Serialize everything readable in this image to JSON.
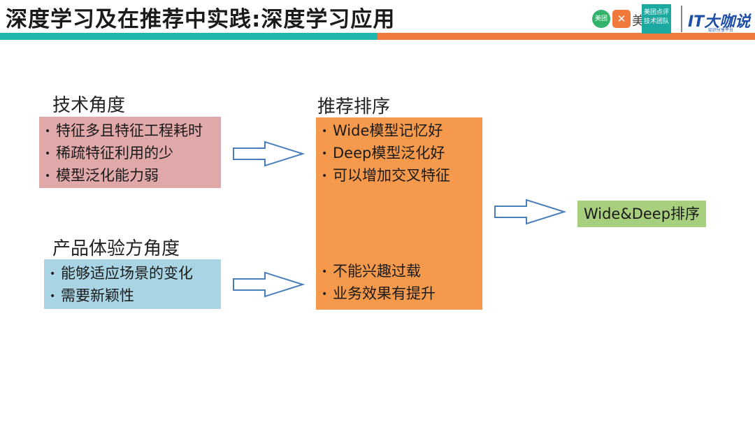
{
  "header": {
    "title": "深度学习及在推荐中实践:深度学习应用",
    "band_colors": [
      "#20b6b0",
      "#f07a3c"
    ]
  },
  "logos": {
    "meituan": "美团",
    "dianping_symbol": "✕",
    "mei": "美",
    "badge_line1": "美团点评",
    "badge_line2": "技术团队",
    "it_brand": "IT大咖说",
    "it_sub": "知识分享平台"
  },
  "tech": {
    "heading": "技术角度",
    "items": [
      "特征多且特征工程耗时",
      "稀疏特征利用的少",
      "模型泛化能力弱"
    ],
    "color": "#e0a8a8"
  },
  "product": {
    "heading": "产品体验方角度",
    "items": [
      "能够适应场景的变化",
      "需要新颖性"
    ],
    "color": "#a9d4e3"
  },
  "ranking": {
    "heading": "推荐排序",
    "top_items": [
      "Wide模型记忆好",
      "Deep模型泛化好",
      "可以增加交叉特征"
    ],
    "bottom_items": [
      "不能兴趣过载",
      "业务效果有提升"
    ],
    "color": "#f59a4c"
  },
  "result": {
    "label": "Wide&Deep排序",
    "color": "#a8cf7d"
  },
  "bullet": "•",
  "arrow_color": "#4a7ebb"
}
